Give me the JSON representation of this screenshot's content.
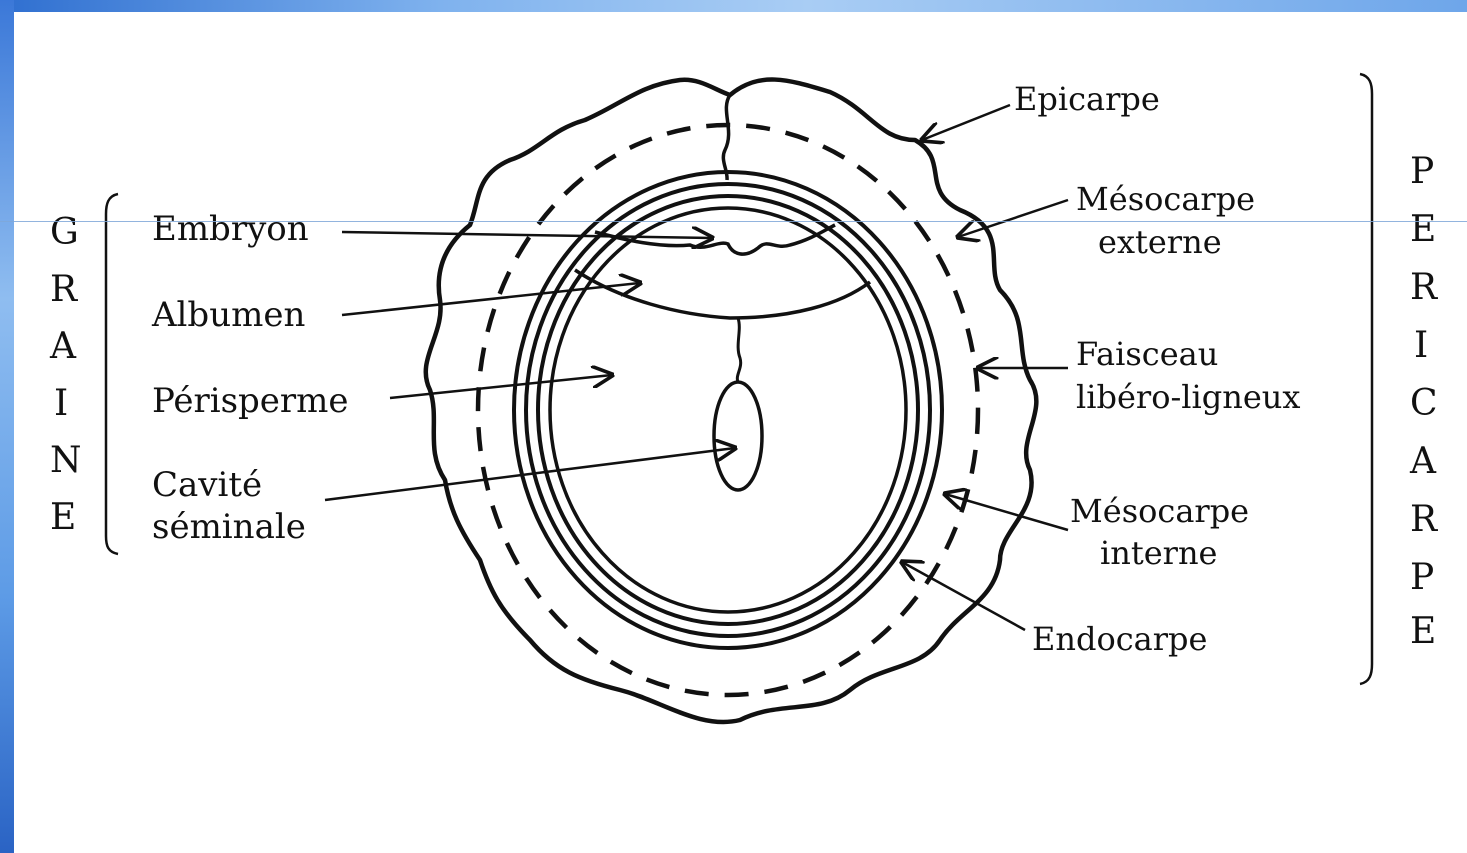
{
  "labels": {
    "embryon": "Embryon",
    "albumen": "Albumen",
    "perisperme": "Périsperme",
    "cavite_line1": "Cavité",
    "cavite_line2": "séminale",
    "epicarpe": "Epicarpe",
    "mesocarpe_externe_line1": "Mésocarpe",
    "mesocarpe_externe_line2": "externe",
    "faisceau_line1": "Faisceau",
    "faisceau_line2": "libéro-ligneux",
    "mesocarpe_interne_line1": "Mésocarpe",
    "mesocarpe_interne_line2": "interne",
    "endocarpe": "Endocarpe"
  },
  "graine_letters": [
    "G",
    "R",
    "A",
    "I",
    "N",
    "E"
  ],
  "pericarpe_letters": [
    "P",
    "E",
    "R",
    "I",
    "C",
    "A",
    "R",
    "P",
    "E"
  ],
  "colors": {
    "ink": "#111111",
    "frame_blue": "#4a86dc",
    "guide_line": "#7fa7d8"
  }
}
